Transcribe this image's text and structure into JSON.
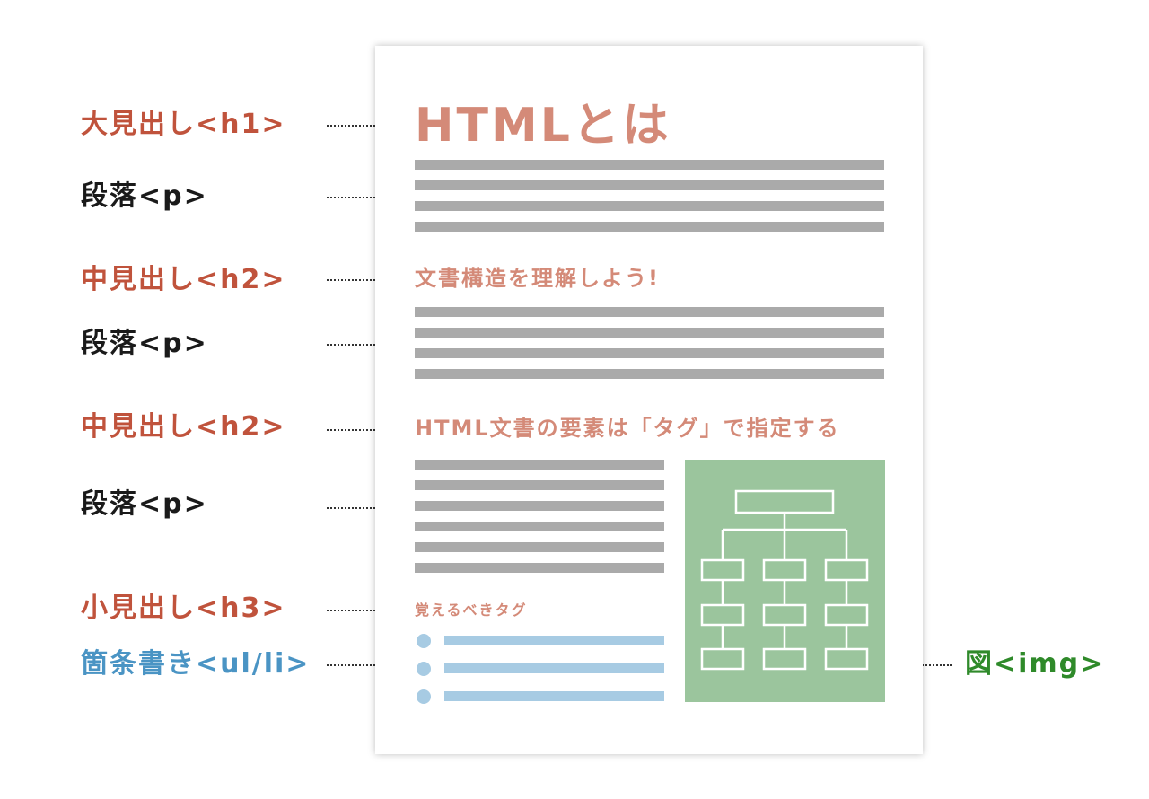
{
  "labels": {
    "h1": "大見出し<h1>",
    "p1": "段落<p>",
    "h2a": "中見出し<h2>",
    "p2": "段落<p>",
    "h2b": "中見出し<h2>",
    "p3": "段落<p>",
    "h3": "小見出し<h3>",
    "ul": "箇条書き<ul/li>",
    "img": "図<img>"
  },
  "document": {
    "h1": "HTMLとは",
    "h2a": "文書構造を理解しよう!",
    "h2b": "HTML文書の要素は「タグ」で指定する",
    "h3": "覚えるべきタグ"
  },
  "colors": {
    "heading_label": "#c0533c",
    "paragraph_label": "#1a1a1a",
    "list_label": "#4a94c4",
    "image_label": "#2f8a2a",
    "heading_text": "#d48a78",
    "paragraph_bar": "#aaaaaa",
    "list_bar": "#a7cbe3",
    "figure_bg": "#9bc59d"
  }
}
